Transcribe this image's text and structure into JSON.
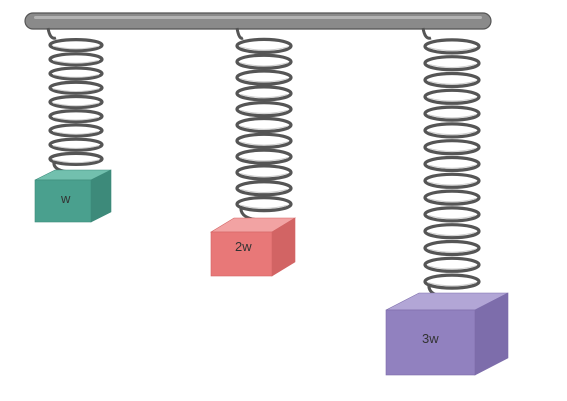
{
  "diagram": {
    "colors": {
      "bar": "#8a8a8a",
      "bar_edge": "#555555",
      "spring": "#555555",
      "spring_highlight": "#cfcfcf"
    },
    "springs": [
      {
        "id": "spring-1",
        "coils": 9
      },
      {
        "id": "spring-2",
        "coils": 11
      },
      {
        "id": "spring-3",
        "coils": 15
      }
    ],
    "masses": [
      {
        "id": "mass-1",
        "label": "w",
        "front": "#4aa08e",
        "top": "#72c0ae",
        "side": "#3d8a7a"
      },
      {
        "id": "mass-2",
        "label": "2w",
        "front": "#e87878",
        "top": "#f2a3a3",
        "side": "#d26464"
      },
      {
        "id": "mass-3",
        "label": "3w",
        "front": "#9181bf",
        "top": "#b2a6d6",
        "side": "#7d6dab"
      }
    ]
  }
}
